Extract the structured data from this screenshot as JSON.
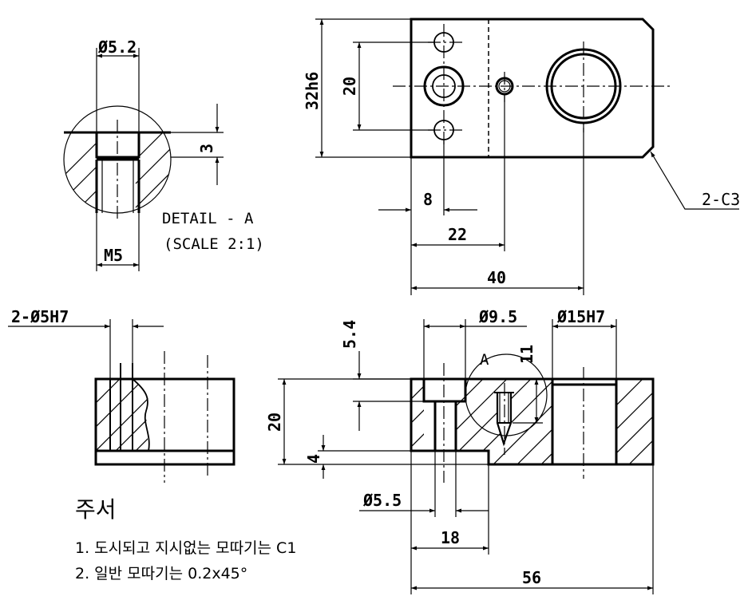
{
  "dimensions": {
    "detail_top_dia": "Ø5.2",
    "detail_depth": "3",
    "detail_thread": "M5",
    "height_32h6": "32h6",
    "height_20": "20",
    "dim_8": "8",
    "dim_22": "22",
    "dim_40": "40",
    "chamfer": "2-C3",
    "holes_2_dia5h7": "2-Ø5H7",
    "cbore_depth": "5.4",
    "cbore_dia": "Ø9.5",
    "bore_dia": "Ø15H7",
    "depth_11": "11",
    "section_height": "20",
    "step_4": "4",
    "hole_dia55": "Ø5.5",
    "dim_18": "18",
    "dim_56": "56"
  },
  "detail": {
    "label": "DETAIL - A",
    "scale": "(SCALE 2:1)",
    "marker": "A"
  },
  "notes": {
    "title": "주서",
    "line1": "1. 도시되고 지시없는 모따기는 C1",
    "line2": "2. 일반 모따기는 0.2x45°"
  }
}
